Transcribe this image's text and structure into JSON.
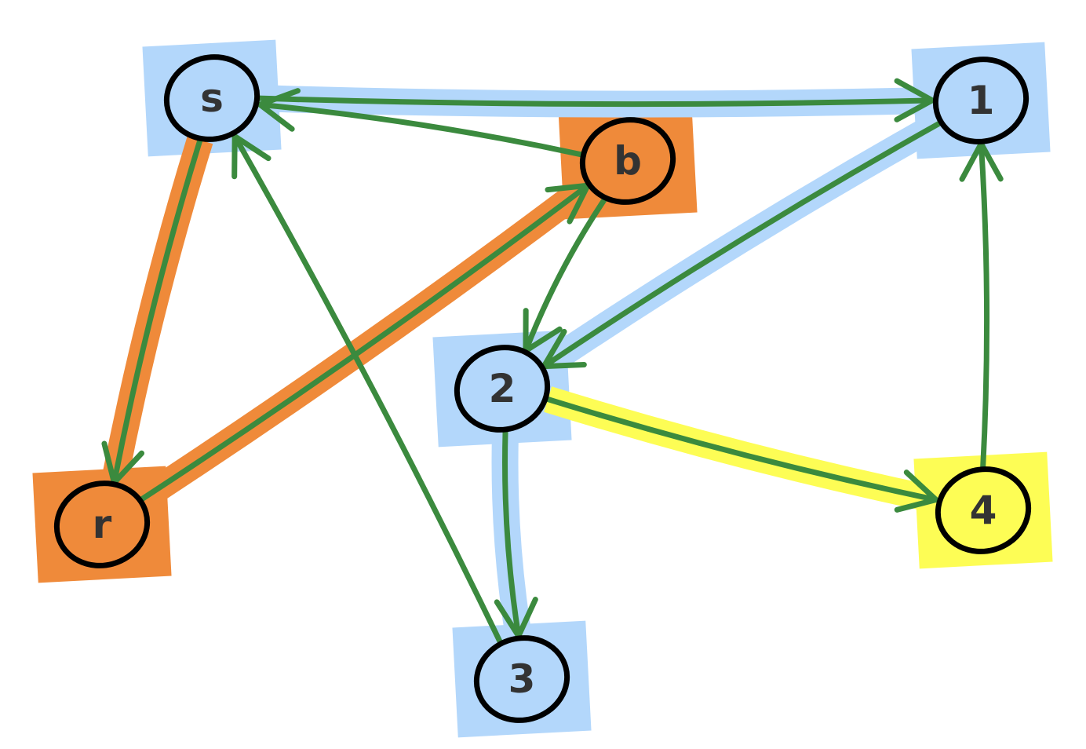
{
  "colors": {
    "blue_highlight": "#b3d7fb",
    "orange_highlight": "#ef8a3a",
    "yellow_highlight": "#fdfd55",
    "edge": "#3b8a3e",
    "source_label": "#b7336b",
    "label": "#333333"
  },
  "nodes": [
    {
      "id": "s",
      "label": "s",
      "fill": "#b3d7fb",
      "highlight": "blue"
    },
    {
      "id": "1",
      "label": "1",
      "fill": "#b3d7fb",
      "highlight": "blue"
    },
    {
      "id": "b",
      "label": "b",
      "fill": "#ef8a3a",
      "highlight": "orange"
    },
    {
      "id": "2",
      "label": "2",
      "fill": "#b3d7fb",
      "highlight": "blue"
    },
    {
      "id": "4",
      "label": "4",
      "fill": "#fdfd55",
      "highlight": "yellow"
    },
    {
      "id": "r",
      "label": "r",
      "fill": "#ef8a3a",
      "highlight": "orange"
    },
    {
      "id": "3",
      "label": "3",
      "fill": "#b3d7fb",
      "highlight": "blue"
    }
  ],
  "edges": [
    {
      "from": "s",
      "to": "1",
      "highlight": "blue"
    },
    {
      "from": "b",
      "to": "s",
      "highlight": "none"
    },
    {
      "from": "s",
      "to": "r",
      "highlight": "orange"
    },
    {
      "from": "r",
      "to": "b",
      "highlight": "orange"
    },
    {
      "from": "3",
      "to": "s",
      "highlight": "none"
    },
    {
      "from": "b",
      "to": "2",
      "highlight": "none"
    },
    {
      "from": "1",
      "to": "2",
      "highlight": "blue"
    },
    {
      "from": "2",
      "to": "4",
      "highlight": "yellow"
    },
    {
      "from": "4",
      "to": "1",
      "highlight": "none"
    },
    {
      "from": "2",
      "to": "3",
      "highlight": "blue"
    }
  ]
}
